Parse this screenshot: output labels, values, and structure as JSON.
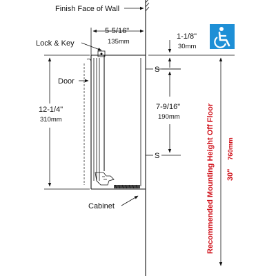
{
  "labels": {
    "finish_face": "Finish Face of Wall",
    "lock_key": "Lock & Key",
    "door": "Door",
    "cabinet": "Cabinet",
    "s_top": "S",
    "s_bottom": "S"
  },
  "dimensions": {
    "depth_in": "5-5/16\"",
    "depth_mm": "135mm",
    "clearance_in": "1-1/8\"",
    "clearance_mm": "30mm",
    "height_in": "12-1/4\"",
    "height_mm": "310mm",
    "screw_spacing_in": "7-9/16\"",
    "screw_spacing_mm": "190mm",
    "mount_in": "30\"",
    "mount_mm": "760mm",
    "mount_label": "Recommended Mounting Height Off Floor"
  },
  "colors": {
    "accessibility_badge": "#1e8fd6",
    "mounting_text": "#d0121b"
  },
  "icons": {
    "accessibility": "wheelchair-icon"
  }
}
